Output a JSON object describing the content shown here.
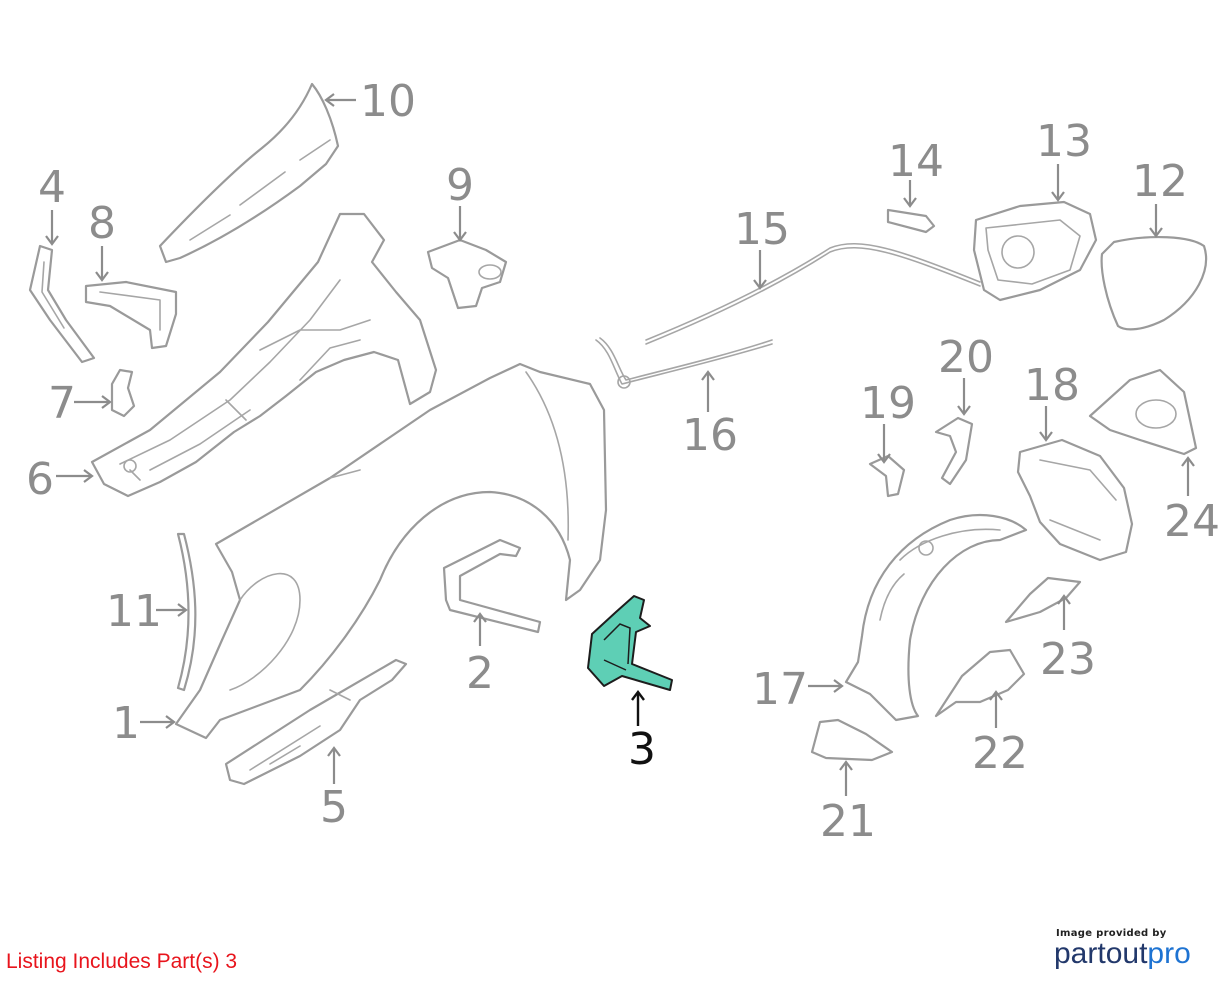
{
  "callouts": [
    {
      "number": "1",
      "highlighted": false
    },
    {
      "number": "2",
      "highlighted": false
    },
    {
      "number": "3",
      "highlighted": true
    },
    {
      "number": "4",
      "highlighted": false
    },
    {
      "number": "5",
      "highlighted": false
    },
    {
      "number": "6",
      "highlighted": false
    },
    {
      "number": "7",
      "highlighted": false
    },
    {
      "number": "8",
      "highlighted": false
    },
    {
      "number": "9",
      "highlighted": false
    },
    {
      "number": "10",
      "highlighted": false
    },
    {
      "number": "11",
      "highlighted": false
    },
    {
      "number": "12",
      "highlighted": false
    },
    {
      "number": "13",
      "highlighted": false
    },
    {
      "number": "14",
      "highlighted": false
    },
    {
      "number": "15",
      "highlighted": false
    },
    {
      "number": "16",
      "highlighted": false
    },
    {
      "number": "17",
      "highlighted": false
    },
    {
      "number": "18",
      "highlighted": false
    },
    {
      "number": "19",
      "highlighted": false
    },
    {
      "number": "20",
      "highlighted": false
    },
    {
      "number": "21",
      "highlighted": false
    },
    {
      "number": "22",
      "highlighted": false
    },
    {
      "number": "23",
      "highlighted": false
    },
    {
      "number": "24",
      "highlighted": false
    }
  ],
  "listing_note": "Listing Includes Part(s) 3",
  "credit": {
    "small_text": "Image provided by",
    "brand_part_a": "partout",
    "brand_part_b": "pro"
  },
  "colors": {
    "highlight_fill": "#5ecfb5",
    "line_gray": "#9a9a9a",
    "listing_red": "#e8141c",
    "brand_dark": "#22386b",
    "brand_blue": "#1e73d2"
  }
}
